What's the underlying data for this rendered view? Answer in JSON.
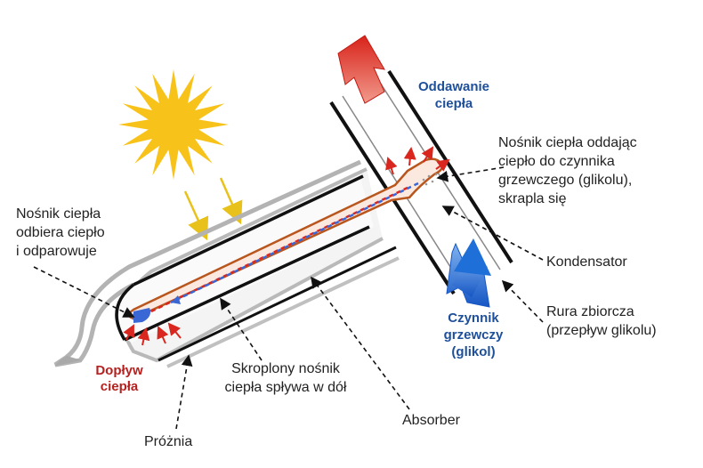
{
  "labels": {
    "oddawanie": "Oddawanie\nciepła",
    "nosnik_oddajac": "Nośnik ciepła oddając\nciepło do czynnika\ngrzewczego (glikolu),\nskrapla się",
    "nosnik_odbiera": "Nośnik ciepła\nodbiera ciepło\ni odparowuje",
    "kondensator": "Kondensator",
    "rura": "Rura zbiorcza\n(przepływ glikolu)",
    "czynnik": "Czynnik\ngrzewczy\n(glikol)",
    "doplyw": "Dopływ\nciepła",
    "skroplony": "Skroplony nośnik\nciepła spływa w dół",
    "absorber": "Absorber",
    "prozna": "Próżnia"
  },
  "colors": {
    "sun": "#f7c31a",
    "sun_arrow": "#e8c21b",
    "heat_red": "#d9261e",
    "glycol_blue": "#1f6fd1",
    "tube_brown": "#b8561e",
    "liquid_blue": "#3a67d6"
  },
  "icons": {
    "sun": "sun-icon",
    "hot_arrow": "heat-out-arrow-icon",
    "cold_arrow": "glycol-in-arrow-icon"
  }
}
